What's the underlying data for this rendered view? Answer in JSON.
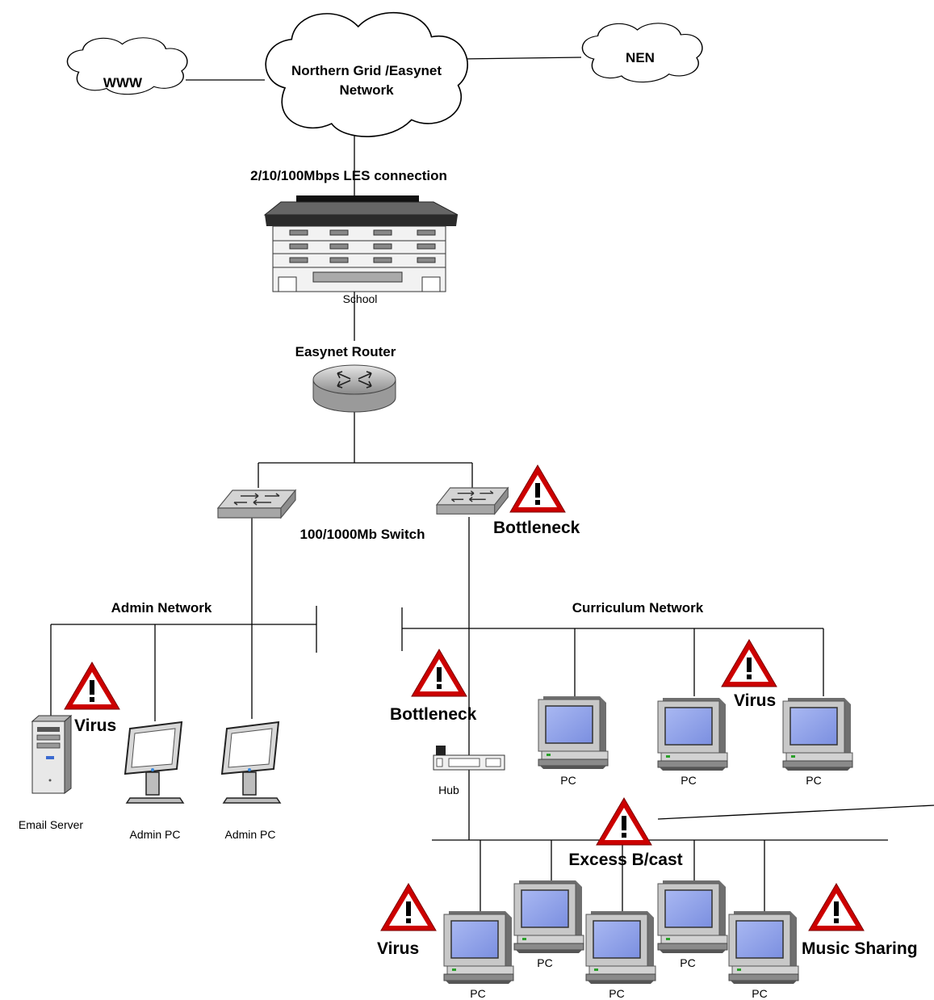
{
  "clouds": {
    "www": "WWW",
    "grid_line1": "Northern Grid /Easynet",
    "grid_line2": "Network",
    "nen": "NEN"
  },
  "labels": {
    "les_connection": "2/10/100Mbps LES connection",
    "school": "School",
    "router": "Easynet  Router",
    "switch": "100/1000Mb Switch",
    "admin_network": "Admin Network",
    "curriculum_network": "Curriculum Network",
    "hub": "Hub",
    "email_server": "Email Server",
    "admin_pc": "Admin PC",
    "pc": "PC"
  },
  "warnings": {
    "bottleneck": "Bottleneck",
    "virus": "Virus",
    "excess_broadcast": "Excess B/cast",
    "music_sharing": "Music Sharing"
  },
  "colors": {
    "warning_red": "#cc0000",
    "screen_blue": "#8ea0e8",
    "device_gray": "#c8c8c8"
  }
}
